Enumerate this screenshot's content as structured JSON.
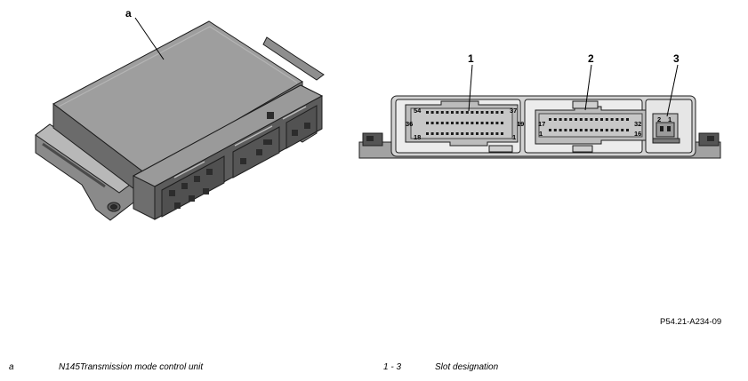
{
  "callouts": {
    "a": "a",
    "slot1": "1",
    "slot2": "2",
    "slot3": "3"
  },
  "pins": {
    "c1_top_left": "54",
    "c1_top_right": "37",
    "c1_mid_left": "36",
    "c1_mid_right": "19",
    "c1_bot_left": "18",
    "c1_bot_right": "1",
    "c2_top_left": "17",
    "c2_top_right": "32",
    "c2_bot_left": "1",
    "c2_bot_right": "16",
    "c3_left": "2",
    "c3_right": "1"
  },
  "figure_reference": "P54.21-A234-09",
  "legend": [
    {
      "key": "a",
      "text": "N145Transmission mode control unit"
    },
    {
      "key": "1 - 3",
      "text": "Slot designation"
    }
  ]
}
